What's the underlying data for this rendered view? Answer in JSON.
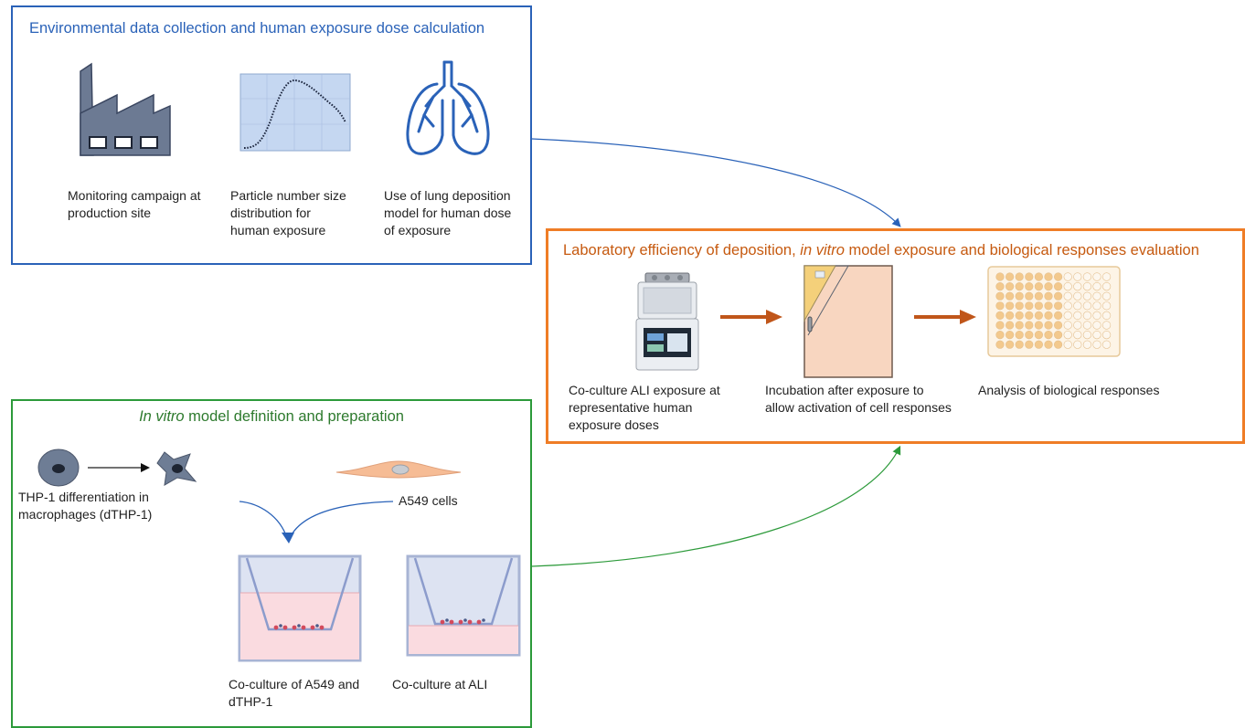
{
  "env_panel": {
    "title": "Environmental data collection and human exposure dose calculation",
    "items": [
      {
        "icon": "factory-icon",
        "line1": "Monitoring campaign at",
        "line2": "production site",
        "line3": ""
      },
      {
        "icon": "size-distribution-chart-icon",
        "line1": "Particle number size",
        "line2": "distribution for",
        "line3": "human exposure"
      },
      {
        "icon": "lungs-icon",
        "line1": "Use of lung deposition",
        "line2": "model for human dose",
        "line3": "of exposure"
      }
    ]
  },
  "lab_panel": {
    "title_pre": "Laboratory efficiency of deposition, ",
    "title_em": "in vitro",
    "title_post": " model exposure and biological responses evaluation",
    "items": [
      {
        "icon": "exposure-system-icon",
        "line1": "Co-culture ALI exposure at",
        "line2": "representative human",
        "line3": "exposure doses"
      },
      {
        "icon": "incubator-icon",
        "line1": "Incubation after exposure to",
        "line2": "allow activation of cell responses",
        "line3": ""
      },
      {
        "icon": "well-plate-icon",
        "line1": "Analysis of biological responses",
        "line2": "",
        "line3": ""
      }
    ]
  },
  "vitro_panel": {
    "title_em": "In vitro",
    "title_post": " model definition and preparation",
    "thp1_line1": "THP-1 differentiation in",
    "thp1_line2": "macrophages (dTHP-1)",
    "a549_label": "A549 cells",
    "coculture_line1": "Co-culture of A549 and",
    "coculture_line2": "dTHP-1",
    "ali_label": "Co-culture at ALI"
  },
  "colors": {
    "env_border": "#2a62b8",
    "lab_border": "#ef7d26",
    "vitro_border": "#2c9a3a",
    "lab_arrow": "#c0561a"
  }
}
